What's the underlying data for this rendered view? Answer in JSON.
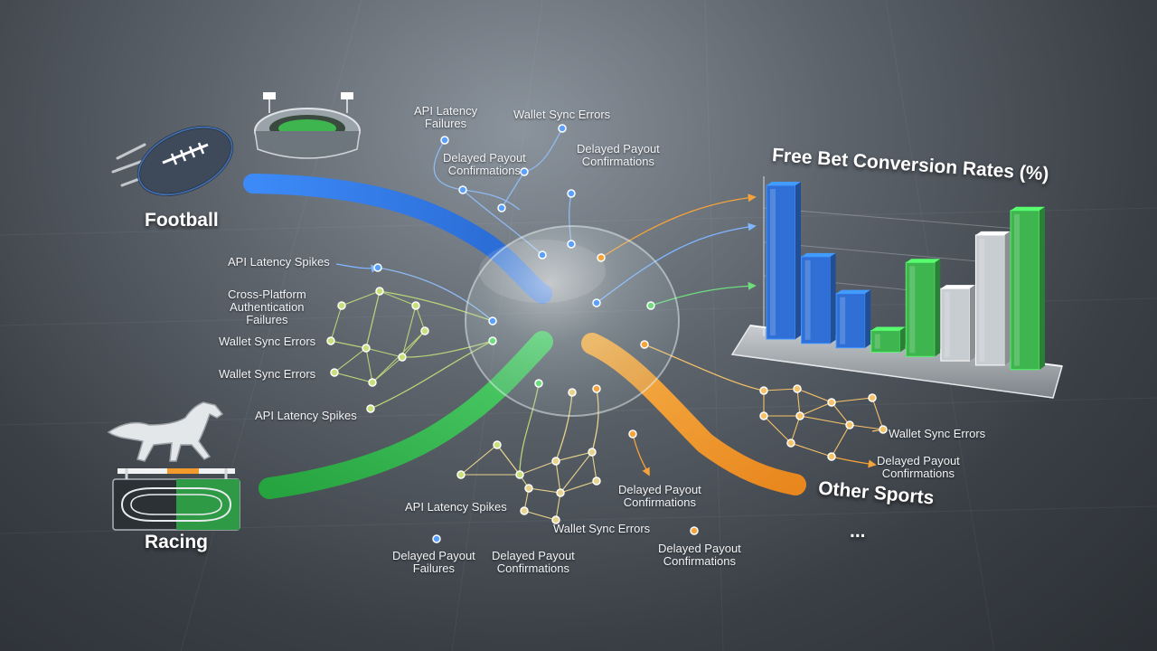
{
  "categories": {
    "football": "Football",
    "racing": "Racing",
    "other": "Other Sports",
    "more": "..."
  },
  "labels": {
    "l1": [
      "API Latency",
      "Failures"
    ],
    "l2": [
      "Wallet Sync Errors"
    ],
    "l3": [
      "Delayed Payout",
      "Confirmations"
    ],
    "l4": [
      "Delayed Payout",
      "Confirmations"
    ],
    "l5": [
      "API Latency Spikes"
    ],
    "l6": [
      "Cross-Platform",
      "Authentication",
      "Failures"
    ],
    "l7": [
      "Wallet Sync Errors"
    ],
    "l8": [
      "Wallet Sync Errors"
    ],
    "l9": [
      "API Latency Spikes"
    ],
    "l10": [
      "API Latency Spikes"
    ],
    "l11": [
      "Delayed Payout",
      "Confirmations"
    ],
    "l12": [
      "Wallet Sync Errors"
    ],
    "l13": [
      "Delayed Payout",
      "Failures"
    ],
    "l14": [
      "Delayed Payout",
      "Confirmations"
    ],
    "l15": [
      "Delayed Payout",
      "Confirmations"
    ],
    "l16": [
      "Wallet Sync Errors"
    ],
    "l17": [
      "Delayed Payout",
      "Confirmations"
    ]
  },
  "colors": {
    "football": "#2f7de8",
    "racing": "#2fb84a",
    "other": "#f39a2c",
    "hub": "#cfe8e4"
  },
  "chart_data": {
    "type": "bar",
    "title": "Free Bet Conversion Rates (%)",
    "values": [
      85,
      48,
      30,
      12,
      52,
      40,
      72,
      88
    ],
    "colors": [
      "#2f6fd6",
      "#2f6fd6",
      "#2f6fd6",
      "#3fb54f",
      "#3fb54f",
      "#c8cdd2",
      "#c8cdd2",
      "#3fb54f"
    ],
    "ylim": [
      0,
      100
    ],
    "grid": true
  }
}
